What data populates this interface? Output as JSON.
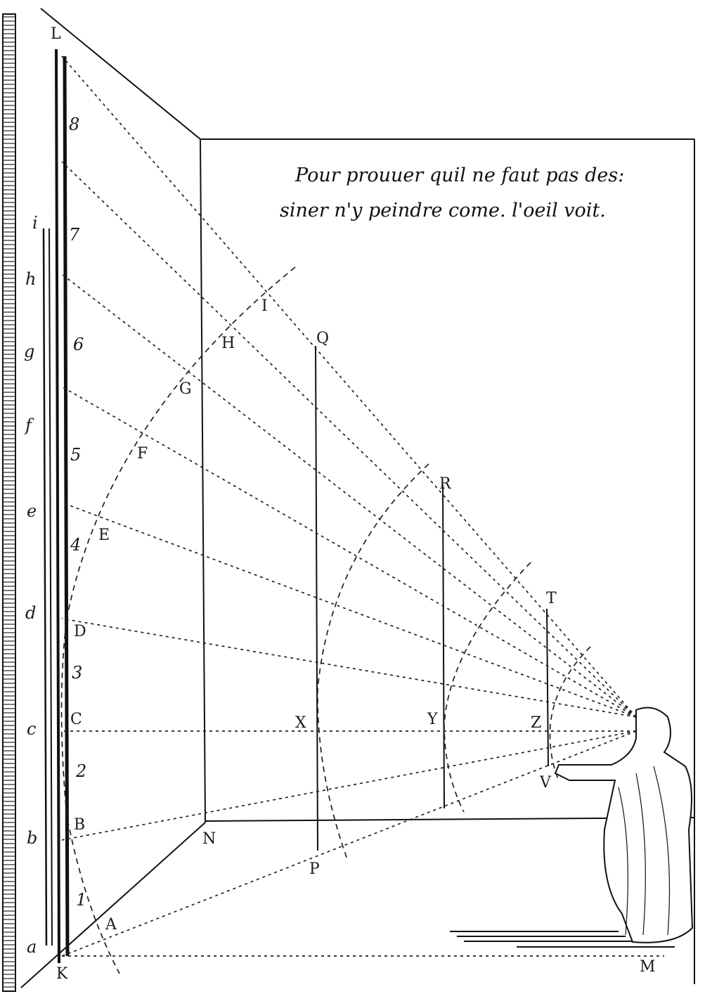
{
  "caption": {
    "line1": "Pour prouuer quil ne faut pas des:",
    "line2": "siner n'y peindre come. l'oeil voit."
  },
  "labels": {
    "L": "L",
    "K": "K",
    "M": "M",
    "N": "N",
    "A": "A",
    "B": "B",
    "C": "C",
    "D": "D",
    "E": "E",
    "F": "F",
    "G": "G",
    "H": "H",
    "I": "I",
    "Q": "Q",
    "R": "R",
    "T": "T",
    "X": "X",
    "Y": "Y",
    "Z": "Z",
    "P": "P",
    "V": "V",
    "a": "a",
    "b": "b",
    "c": "c",
    "d": "d",
    "e": "e",
    "f": "f",
    "g": "g",
    "h": "h",
    "i": "i"
  },
  "numbers": {
    "n1": "1",
    "n2": "2",
    "n3": "3",
    "n4": "4",
    "n5": "5",
    "n6": "6",
    "n7": "7",
    "n8": "8"
  },
  "colors": {
    "ink": "#111111",
    "paper": "#ffffff"
  }
}
